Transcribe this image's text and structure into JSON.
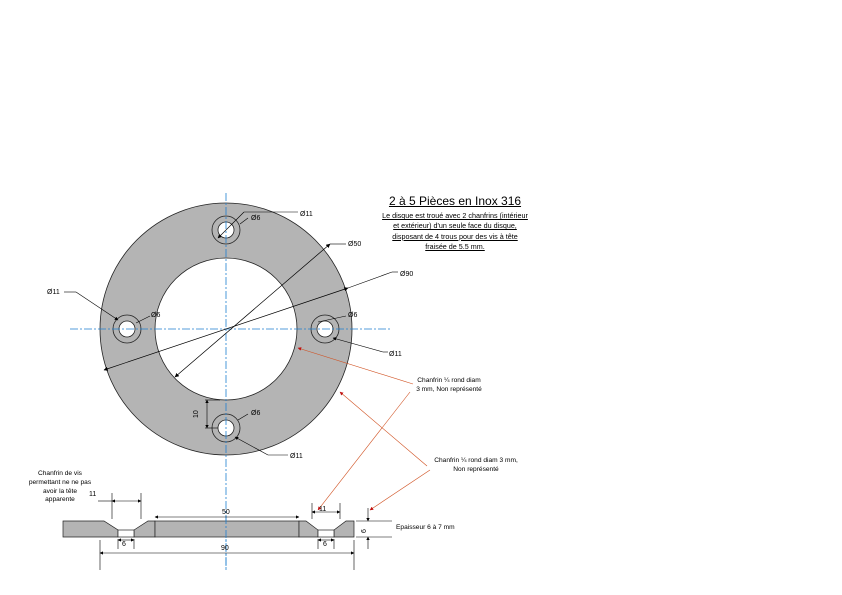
{
  "title": "2 à 5 Pièces en Inox 316",
  "description": [
    "Le disque est troué avec 2 chanfrins (intérieur",
    "et extérieur) d'un seule face du disque,",
    "disposant de 4 trous pour des vis à tête",
    "fraisée de 5.5 mm."
  ],
  "notes": {
    "chamfer_1": [
      "Chanfrin ¼ rond diam",
      "3 mm, Non représenté"
    ],
    "chamfer_2": [
      "Chanfrin ¼ rond diam 3 mm,",
      "Non représenté"
    ],
    "screw_chamfer": [
      "Chanfrin de vis",
      "permettant ne ne pas",
      "avoir la tête",
      "apparente"
    ],
    "thickness": "Epaisseur 6 à 7 mm"
  },
  "dimensions": {
    "hole_diam": "Ø6",
    "counter_diam": "Ø11",
    "inner_diam": "Ø50",
    "outer_diam": "Ø90",
    "hole_offset": "10",
    "section_width": "90",
    "section_inner": "50",
    "section_counter": "11",
    "section_hole": "6",
    "section_thickness": "6"
  },
  "colors": {
    "part_fill": "#b4b4b4",
    "centerline": "#1e7fd0",
    "leader": "#d05020",
    "arrow_red": "#c01010",
    "outline": "#222222"
  }
}
